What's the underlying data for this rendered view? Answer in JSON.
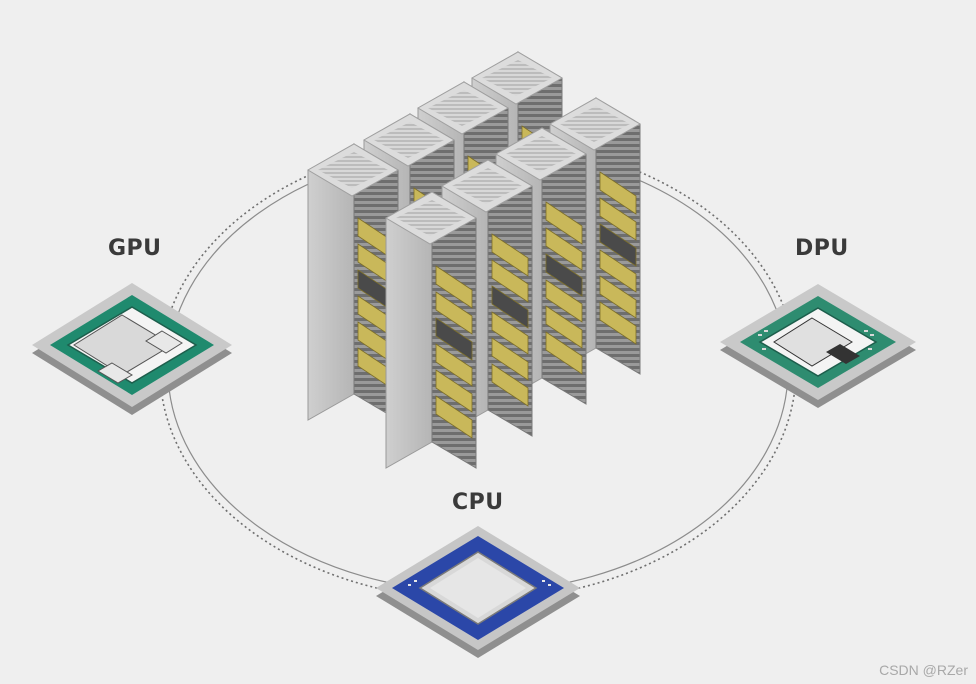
{
  "labels": {
    "gpu": "GPU",
    "dpu": "DPU",
    "cpu": "CPU"
  },
  "watermark": "CSDN @RZer",
  "colors": {
    "background": "#efefef",
    "gpu_substrate": "#1f8a6e",
    "dpu_substrate": "#2e8c70",
    "cpu_substrate": "#2b47a8",
    "rack_accent": "#c9b85a",
    "rack_body": "#c8c8c8"
  },
  "icons": {
    "center": "server-rack-cluster-icon",
    "gpu": "gpu-chip-icon",
    "dpu": "dpu-chip-icon",
    "cpu": "cpu-chip-icon"
  }
}
